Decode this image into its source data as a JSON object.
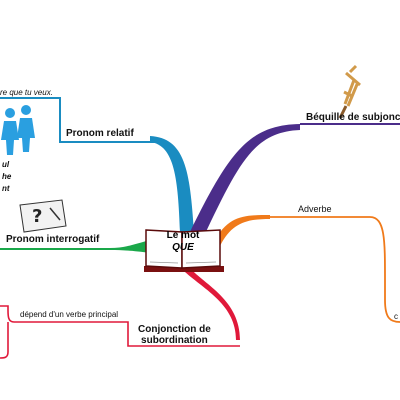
{
  "center": {
    "line1": "Le mot",
    "line2": "QUE"
  },
  "branches": [
    {
      "id": "pronom-relatif",
      "label": "Pronom relatif",
      "color": "#1a8cc1",
      "subtext": "re que tu veux.",
      "partial_lines": [
        "ul",
        "he",
        "nt"
      ]
    },
    {
      "id": "pronom-interrogatif",
      "label": "Pronom interrogatif",
      "color": "#1aa84a"
    },
    {
      "id": "conjonction",
      "label_line1": "Conjonction de",
      "label_line2": "subordination",
      "color": "#e0193a",
      "subtext": "dépend d'un verbe principal"
    },
    {
      "id": "bequille",
      "label": "Béquille de subjonctif",
      "color": "#4b2d8a"
    },
    {
      "id": "adverbe",
      "label": "Adverbe",
      "color": "#f07a1a",
      "partial_text": "c"
    }
  ],
  "colors": {
    "book_cover": "#7a1010",
    "page": "#ffffff",
    "crutch": "#d19a4a"
  }
}
